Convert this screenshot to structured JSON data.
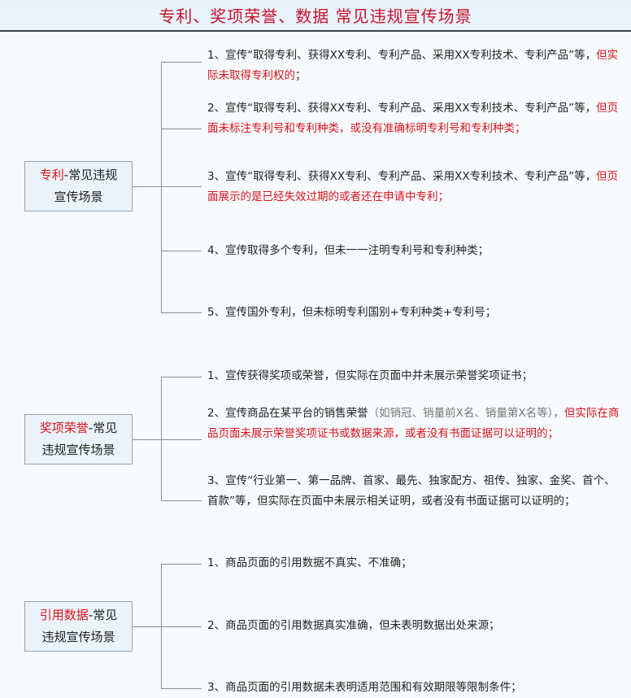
{
  "header": {
    "title": "专利、奖项荣誉、数据 常见违规宣传场景"
  },
  "colors": {
    "title": "#c8102e",
    "highlight": "#d8131b",
    "line": "#8a8f94",
    "node_bg": "#eaf3f9",
    "header_bg": "#e6f2f9"
  },
  "groups": [
    {
      "node": {
        "highlight": "专利",
        "rest_line1": "-常见违规",
        "line2": "宣传场景"
      },
      "items": [
        {
          "normal": "1、宣传“取得专利、获得XX专利、专利产品、采用XX专利技术、专利产品”等，",
          "red": "但实际未取得专利权的",
          "tail": "；"
        },
        {
          "normal": "2、宣传“取得专利、获得XX专利、专利产品、采用XX专利技术、专利产品”等，",
          "red": "但页面未标注专利号和专利种类，或没有准确标明专利号和专利种类；",
          "tail": ""
        },
        {
          "normal": "3、宣传“取得专利、获得XX专利、专利产品、采用XX专利技术、专利产品”等，",
          "red": "但页面展示的是已经失效过期的或者还在申请中专利；",
          "tail": ""
        },
        {
          "normal": "4、宣传取得多个专利，但未一一注明专利号和专利种类；",
          "red": "",
          "tail": ""
        },
        {
          "normal": "5、宣传国外专利，但未标明专利国别+专利种类+专利号；",
          "red": "",
          "tail": ""
        }
      ]
    },
    {
      "node": {
        "highlight": "奖项荣誉",
        "rest_line1": "-常见",
        "line2": "违规宣传场景"
      },
      "items": [
        {
          "normal": "1、宣传获得奖项或荣誉，但实际在页面中并未展示荣誉奖项证书；",
          "gray": "",
          "red": "",
          "tail": ""
        },
        {
          "normal": "2、宣传商品在某平台的销售荣誉",
          "gray": "（如销冠、销量前X名、销量第X名等），",
          "red": "但实际在商品页面未展示荣誉奖项证书或数据来源，或者没有书面证据可以证明的；",
          "tail": ""
        },
        {
          "normal": "3、宣传“行业第一、第一品牌、首家、最先、独家配方、祖传、独家、金奖、首个、首款”等，但实际在页面中未展示相关证明，或者没有书面证据可以证明的；",
          "gray": "",
          "red": "",
          "tail": ""
        }
      ]
    },
    {
      "node": {
        "highlight": "引用数据",
        "rest_line1": "-常见",
        "line2": "违规宣传场景"
      },
      "items": [
        {
          "normal": "1、商品页面的引用数据不真实、不准确；",
          "red": "",
          "tail": ""
        },
        {
          "normal": "2、商品页面的引用数据真实准确，但未表明数据出处来源；",
          "red": "",
          "tail": ""
        },
        {
          "normal": "3、商品页面的引用数据未表明适用范围和有效期限等限制条件；",
          "red": "",
          "tail": ""
        }
      ]
    }
  ]
}
